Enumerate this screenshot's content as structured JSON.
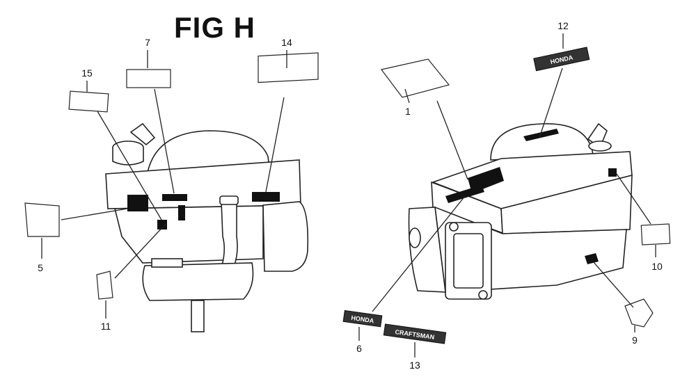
{
  "figure": {
    "title": "FIG H"
  },
  "callouts": [
    {
      "id": "p1",
      "number": "1"
    },
    {
      "id": "p5",
      "number": "5"
    },
    {
      "id": "p6",
      "number": "6"
    },
    {
      "id": "p7",
      "number": "7"
    },
    {
      "id": "p9",
      "number": "9"
    },
    {
      "id": "p10",
      "number": "10"
    },
    {
      "id": "p11",
      "number": "11"
    },
    {
      "id": "p12",
      "number": "12"
    },
    {
      "id": "p13",
      "number": "13"
    },
    {
      "id": "p14",
      "number": "14"
    },
    {
      "id": "p15",
      "number": "15"
    }
  ],
  "decals": {
    "emblem_12_text": "HONDA",
    "emblem_6_text": "HONDA",
    "emblem_13_text": "CRAFTSMAN"
  }
}
